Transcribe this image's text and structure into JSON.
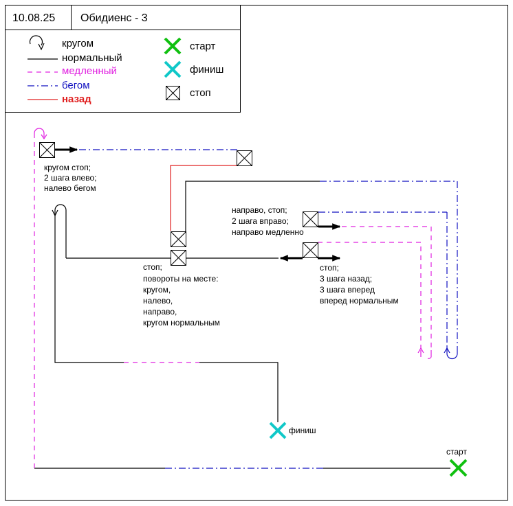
{
  "header": {
    "date": "10.08.25",
    "title": "Обидиенс - 3"
  },
  "legend": {
    "turn_around": "кругом",
    "normal": "нормальный",
    "slow": "медленный",
    "run": "бегом",
    "back": "назад",
    "start": "старт",
    "finish": "финиш",
    "stop": "стоп"
  },
  "colors": {
    "normal": "#000000",
    "slow": "#e020e0",
    "run": "#1010c0",
    "back": "#e02020",
    "start": "#10c010",
    "finish": "#10c8c8"
  },
  "course": {
    "note_top_left": [
      "кругом стоп;",
      "2 шага влево;",
      "налево бегом"
    ],
    "note_center": [
      "стоп;",
      "повороты на месте:",
      "кругом,",
      "налево,",
      "направо,",
      "кругом нормальным"
    ],
    "note_right_upper": [
      "направо, стоп;",
      "2 шага вправо;",
      "направо медленно"
    ],
    "note_right_lower": [
      "стоп;",
      "3 шага назад;",
      "3 шага вперед",
      "вперед нормальным"
    ],
    "finish_label": "финиш",
    "start_label": "старт"
  }
}
